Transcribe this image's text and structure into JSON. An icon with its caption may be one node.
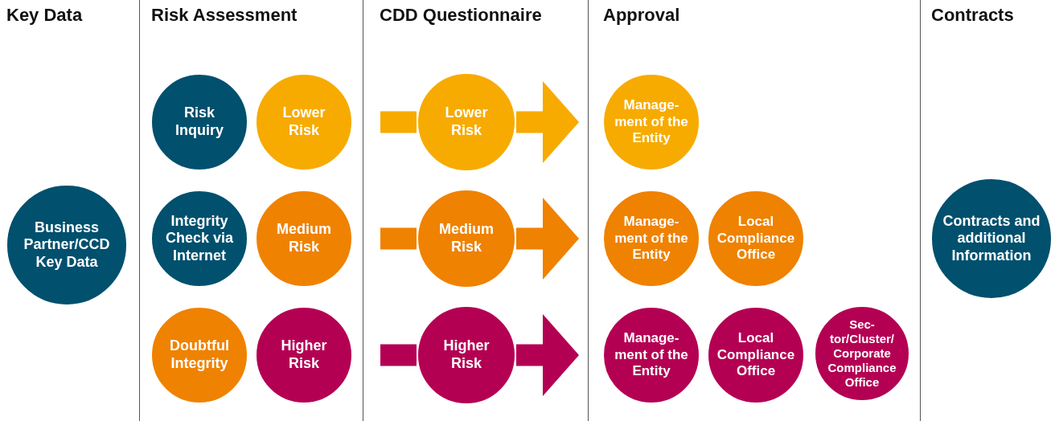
{
  "diagram": {
    "nodes": [
      {
        "text": [
          "Business Partner/CCD Key Data"
        ]
      },
      {
        "text": [
          "Risk Inquiry"
        ]
      },
      {
        "text": [
          "Lower Risk"
        ]
      },
      {
        "text": [
          "Integrity Check via Internet"
        ]
      },
      {
        "text": [
          "Medium Risk"
        ]
      },
      {
        "text": [
          "Doubtful Integrity"
        ]
      },
      {
        "text": [
          "Higher Risk"
        ]
      },
      {
        "text": [
          "Lower Risk"
        ]
      },
      {
        "text": [
          "Medium Risk"
        ]
      },
      {
        "text": [
          "Higher Risk"
        ]
      },
      {
        "text": [
          "Manage-ment of the Entity"
        ]
      },
      {
        "text": [
          "Manage-ment of the Entity"
        ]
      },
      {
        "text": [
          "Local Compliance Office"
        ]
      },
      {
        "text": [
          "Manage-ment of the Entity"
        ]
      },
      {
        "text": [
          "Local Compliance Office"
        ]
      },
      {
        "text": [
          "Sec-tor/Cluster/ Corporate Compliance Office"
        ]
      },
      {
        "text": [
          "Contracts and additional Information"
        ]
      }
    ],
    "edges": [
      {
        "from": null,
        "to": 7,
        "arrow": "none",
        "color": "#f7ab00"
      },
      {
        "from": 7,
        "to": 10,
        "arrow": "to",
        "color": "#f7ab00"
      },
      {
        "from": null,
        "to": 8,
        "arrow": "none",
        "color": "#ef8200"
      },
      {
        "from": 8,
        "to": 11,
        "arrow": "to",
        "color": "#ef8200"
      },
      {
        "from": null,
        "to": 9,
        "arrow": "none",
        "color": "#b40053"
      },
      {
        "from": 9,
        "to": 13,
        "arrow": "to",
        "color": "#b40053"
      }
    ],
    "labels": [
      "Key Data",
      "Risk Assessment",
      "CDD Questionnaire",
      "Approval",
      "Contracts"
    ]
  }
}
